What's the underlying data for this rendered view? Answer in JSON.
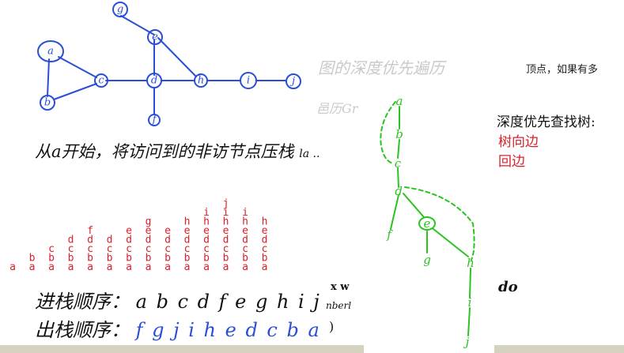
{
  "graph": {
    "nodes": [
      {
        "id": "g",
        "label": "g"
      },
      {
        "id": "e",
        "label": "e"
      },
      {
        "id": "a",
        "label": "a"
      },
      {
        "id": "b",
        "label": "b"
      },
      {
        "id": "c",
        "label": "c"
      },
      {
        "id": "d",
        "label": "d"
      },
      {
        "id": "h",
        "label": "h"
      },
      {
        "id": "i",
        "label": "i"
      },
      {
        "id": "j",
        "label": "j"
      },
      {
        "id": "f",
        "label": "f"
      }
    ],
    "edges": [
      [
        "g",
        "e"
      ],
      [
        "e",
        "d"
      ],
      [
        "e",
        "h"
      ],
      [
        "a",
        "b"
      ],
      [
        "a",
        "c"
      ],
      [
        "b",
        "c"
      ],
      [
        "c",
        "d"
      ],
      [
        "d",
        "h"
      ],
      [
        "h",
        "i"
      ],
      [
        "i",
        "j"
      ],
      [
        "d",
        "f"
      ]
    ]
  },
  "notes": {
    "start_text": "从a开始，将访问到的非访节点压栈",
    "start_suffix": "la ..",
    "push_order_label": "进栈顺序：",
    "push_order_value": "a b c d f e g h i j",
    "pop_order_label": "出栈顺序：",
    "pop_order_value": "f g j i h e d c b a"
  },
  "stack_columns": [
    [
      "a"
    ],
    [
      "a",
      "b"
    ],
    [
      "a",
      "b",
      "c"
    ],
    [
      "a",
      "b",
      "c",
      "d"
    ],
    [
      "a",
      "b",
      "c",
      "d",
      "f"
    ],
    [
      "a",
      "b",
      "c",
      "d"
    ],
    [
      "a",
      "b",
      "c",
      "d",
      "e"
    ],
    [
      "a",
      "b",
      "c",
      "d",
      "e",
      "g"
    ],
    [
      "a",
      "b",
      "c",
      "d",
      "e"
    ],
    [
      "a",
      "b",
      "c",
      "d",
      "e",
      "h"
    ],
    [
      "a",
      "b",
      "c",
      "d",
      "e",
      "h",
      "i"
    ],
    [
      "a",
      "b",
      "c",
      "d",
      "e",
      "h",
      "i",
      "j"
    ],
    [
      "a",
      "b",
      "c",
      "d",
      "e",
      "h",
      "i"
    ],
    [
      "a",
      "b",
      "c",
      "d",
      "e",
      "h"
    ]
  ],
  "overlay": {
    "faded_title": "图的深度优先遍历",
    "faded_sub": "邑历Gr",
    "right_top_text": "顶点，如果有多",
    "tree_heading": "深度优先查找树:",
    "tree_edge_label": "树向边",
    "back_edge_label": "回边",
    "do_text": "do",
    "edge_fragment_1": "x w",
    "edge_fragment_2": "nberl",
    "edge_fragment_3": ")"
  },
  "tree": {
    "nodes": [
      "a",
      "b",
      "c",
      "d",
      "f",
      "e",
      "g",
      "h",
      "i",
      "j"
    ]
  },
  "colors": {
    "blue_ink": "#2a4fd6",
    "red_ink": "#d8202a",
    "green_ink": "#29c41e",
    "accent_bar": "#d5d3bf"
  }
}
